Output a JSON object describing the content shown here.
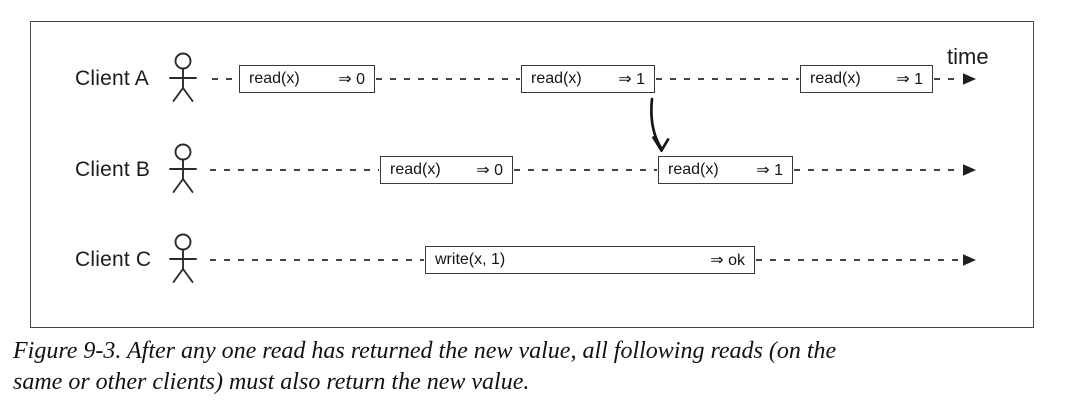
{
  "figure": {
    "time_label": "time",
    "clients": [
      {
        "name": "Client A",
        "operations": [
          {
            "call": "read(x)",
            "result": "⇒ 0"
          },
          {
            "call": "read(x)",
            "result": "⇒ 1"
          },
          {
            "call": "read(x)",
            "result": "⇒ 1"
          }
        ]
      },
      {
        "name": "Client B",
        "operations": [
          {
            "call": "read(x)",
            "result": "⇒ 0"
          },
          {
            "call": "read(x)",
            "result": "⇒ 1"
          }
        ]
      },
      {
        "name": "Client C",
        "operations": [
          {
            "call": "write(x, 1)",
            "result": "⇒ ok"
          }
        ]
      }
    ]
  },
  "caption": {
    "line1": "Figure 9-3. After any one read has returned the new value, all following reads (on the",
    "line2": "same or other clients) must also return the new value."
  },
  "colors": {
    "line": "#3a3a3a",
    "text": "#111111",
    "background": "#ffffff"
  }
}
